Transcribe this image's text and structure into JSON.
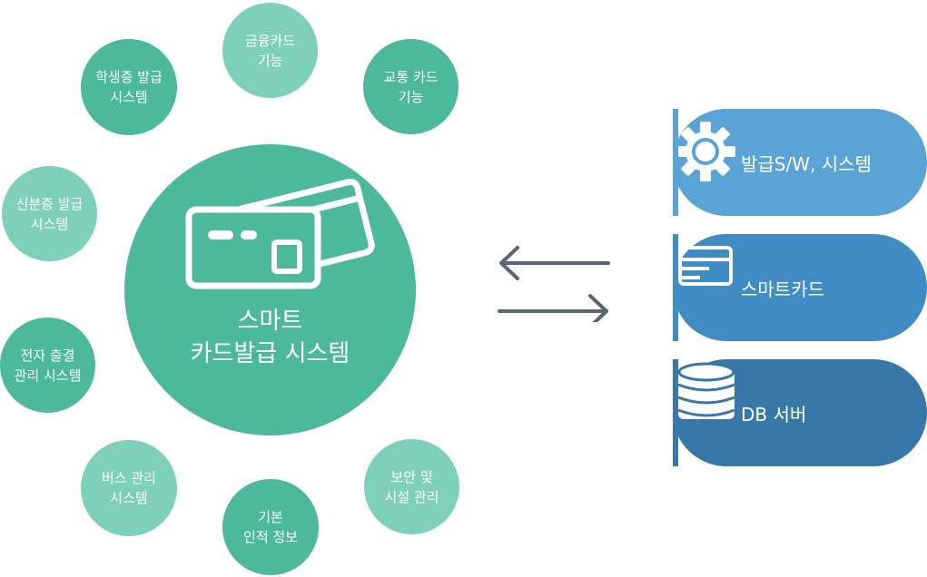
{
  "center": {
    "line1": "스마트",
    "line2": "카드발급 시스템"
  },
  "features": [
    {
      "line1": "금융카드",
      "line2": "기능"
    },
    {
      "line1": "교통 카드",
      "line2": "기능"
    },
    {
      "line1": "학생증 발급",
      "line2": "시스템"
    },
    {
      "line1": "신분증 발급",
      "line2": "시스템"
    },
    {
      "line1": "전자 출결",
      "line2": "관리 시스템"
    },
    {
      "line1": "버스 관리",
      "line2": "시스템"
    },
    {
      "line1": "기본",
      "line2": "인적 정보"
    },
    {
      "line1": "보안 및",
      "line2": "시설 관리"
    }
  ],
  "components": [
    {
      "label": "발급S/W, 시스템",
      "icon": "gear-icon",
      "color": "#5aa3d6"
    },
    {
      "label": "스마트카드",
      "icon": "card-icon",
      "color": "#3f8dc4"
    },
    {
      "label": "DB 서버",
      "icon": "database-icon",
      "color": "#3878a8"
    }
  ],
  "colors": {
    "dark_green": "#4cb89c",
    "light_green": "#7fd0b8",
    "arrow": "#5c6670"
  }
}
